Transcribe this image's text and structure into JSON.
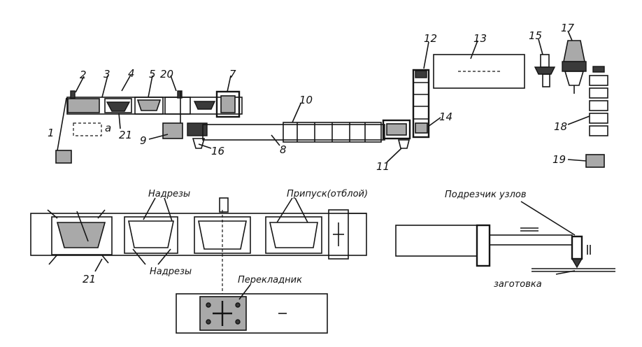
{
  "labels": {
    "n1": "1",
    "n2": "2",
    "n3": "3",
    "n4": "4",
    "n5": "5",
    "n20": "20",
    "n7": "7",
    "n9": "9",
    "n16": "16",
    "n8": "8",
    "n10": "10",
    "n21": "21",
    "n11": "11",
    "n12": "12",
    "n13": "13",
    "n14": "14",
    "n15": "15",
    "n17": "17",
    "n18": "18",
    "n19": "19",
    "a": "a",
    "nadrezy_top": "Надрезы",
    "pripusk": "Припуск(отблой)",
    "nadrezy_bottom": "Надрезы",
    "n21_bottom": "21",
    "perekladnik": "Перекладник",
    "podrezchik": "Подрезчик узлов",
    "zagotovka": "заготовка"
  }
}
